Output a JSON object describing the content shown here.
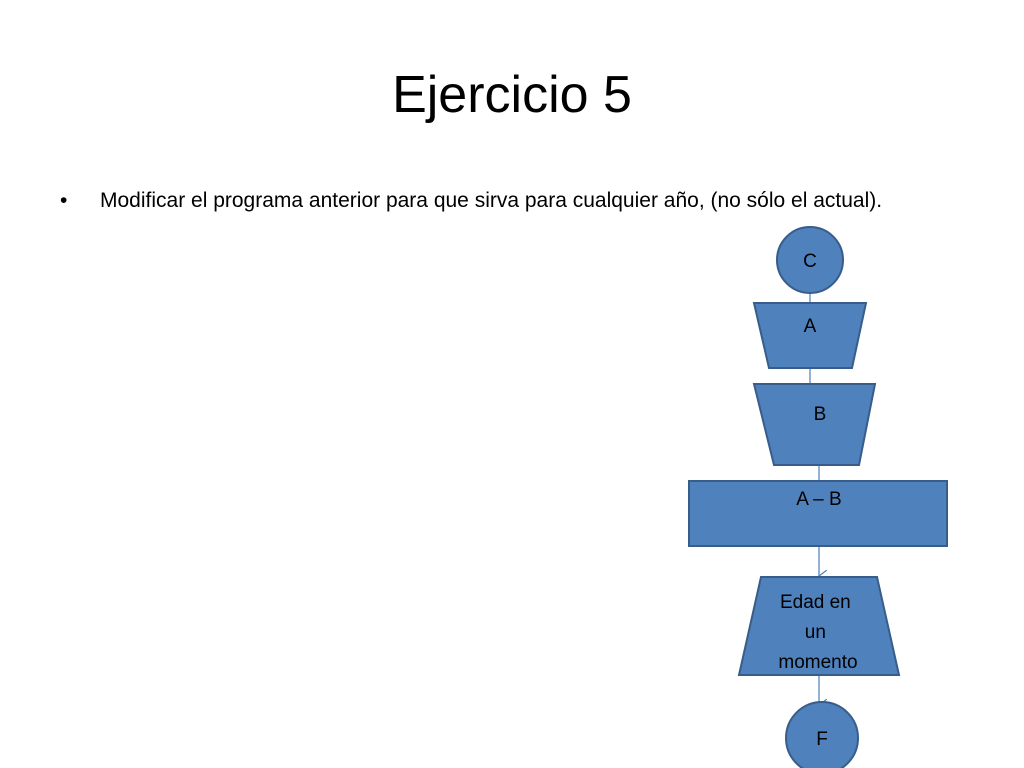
{
  "slide": {
    "title": "Ejercicio 5",
    "bullets": [
      {
        "marker": "•",
        "text": "Modificar el programa anterior para que sirva para cualquier año, (no sólo el actual)."
      }
    ]
  },
  "flowchart": {
    "fill_color": "#4f81bd",
    "stroke_color": "#385d8a",
    "nodes": [
      {
        "id": "c",
        "shape": "connector-circle",
        "label": "C"
      },
      {
        "id": "a",
        "shape": "manual-input-trapezoid",
        "label": "A"
      },
      {
        "id": "b",
        "shape": "manual-input-trapezoid",
        "label": "B"
      },
      {
        "id": "ab",
        "shape": "process-rectangle",
        "label": "A – B"
      },
      {
        "id": "edad",
        "shape": "output-trapezoid",
        "label_lines": [
          "Edad en",
          "un",
          "momento"
        ]
      },
      {
        "id": "f",
        "shape": "connector-circle",
        "label": "F"
      }
    ]
  }
}
